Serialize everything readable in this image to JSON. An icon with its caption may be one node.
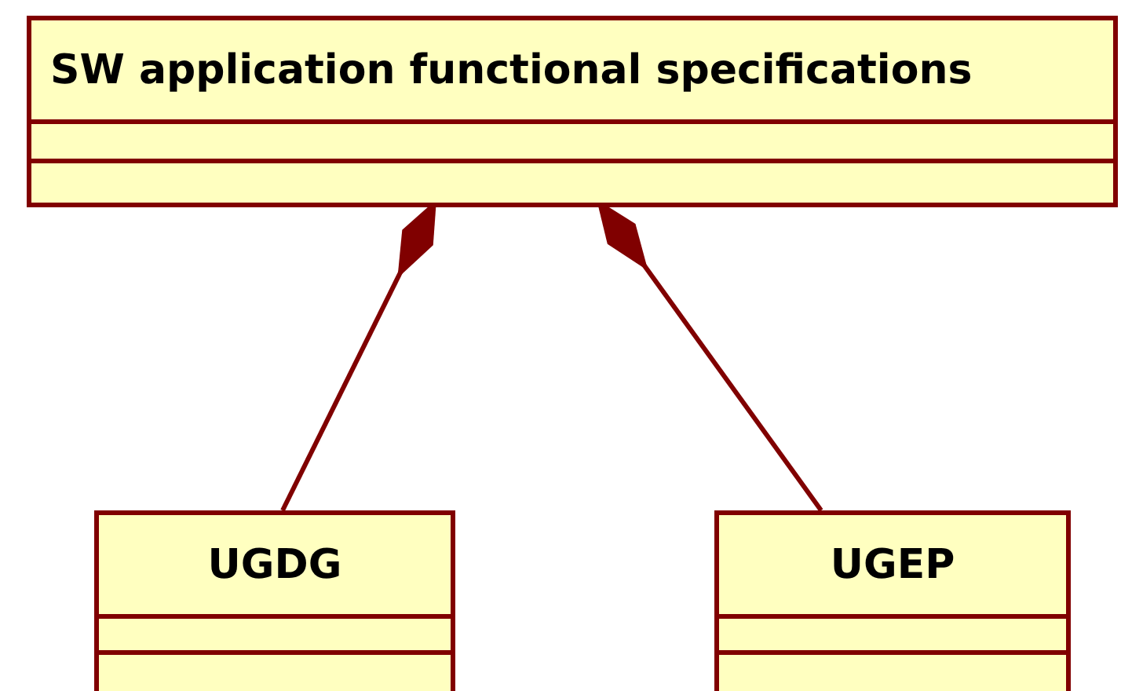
{
  "diagram": {
    "nodes": [
      {
        "text": [
          "SW application functional specifications"
        ]
      },
      {
        "text": [
          "UGDG"
        ]
      },
      {
        "text": [
          "UGEP"
        ]
      }
    ],
    "edges": [
      {
        "from": 0,
        "to": 1,
        "arrow": "other"
      },
      {
        "from": 0,
        "to": 2,
        "arrow": "other"
      }
    ]
  }
}
